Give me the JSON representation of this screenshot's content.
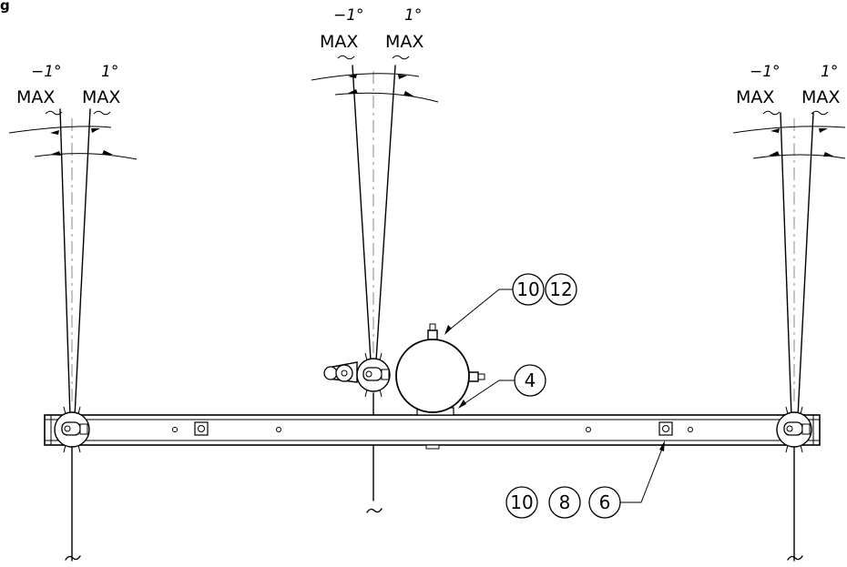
{
  "title_fragment": "g",
  "tolerances": [
    {
      "minus_angle": "−1°",
      "minus_label": "MAX",
      "plus_angle": "1°",
      "plus_label": "MAX"
    },
    {
      "minus_angle": "−1°",
      "minus_label": "MAX",
      "plus_angle": "1°",
      "plus_label": "MAX"
    },
    {
      "minus_angle": "−1°",
      "minus_label": "MAX",
      "plus_angle": "1°",
      "plus_label": "MAX"
    }
  ],
  "callouts": {
    "top_right": [
      "10",
      "12"
    ],
    "right": [
      "4"
    ],
    "bottom": [
      "10",
      "8",
      "6"
    ]
  }
}
